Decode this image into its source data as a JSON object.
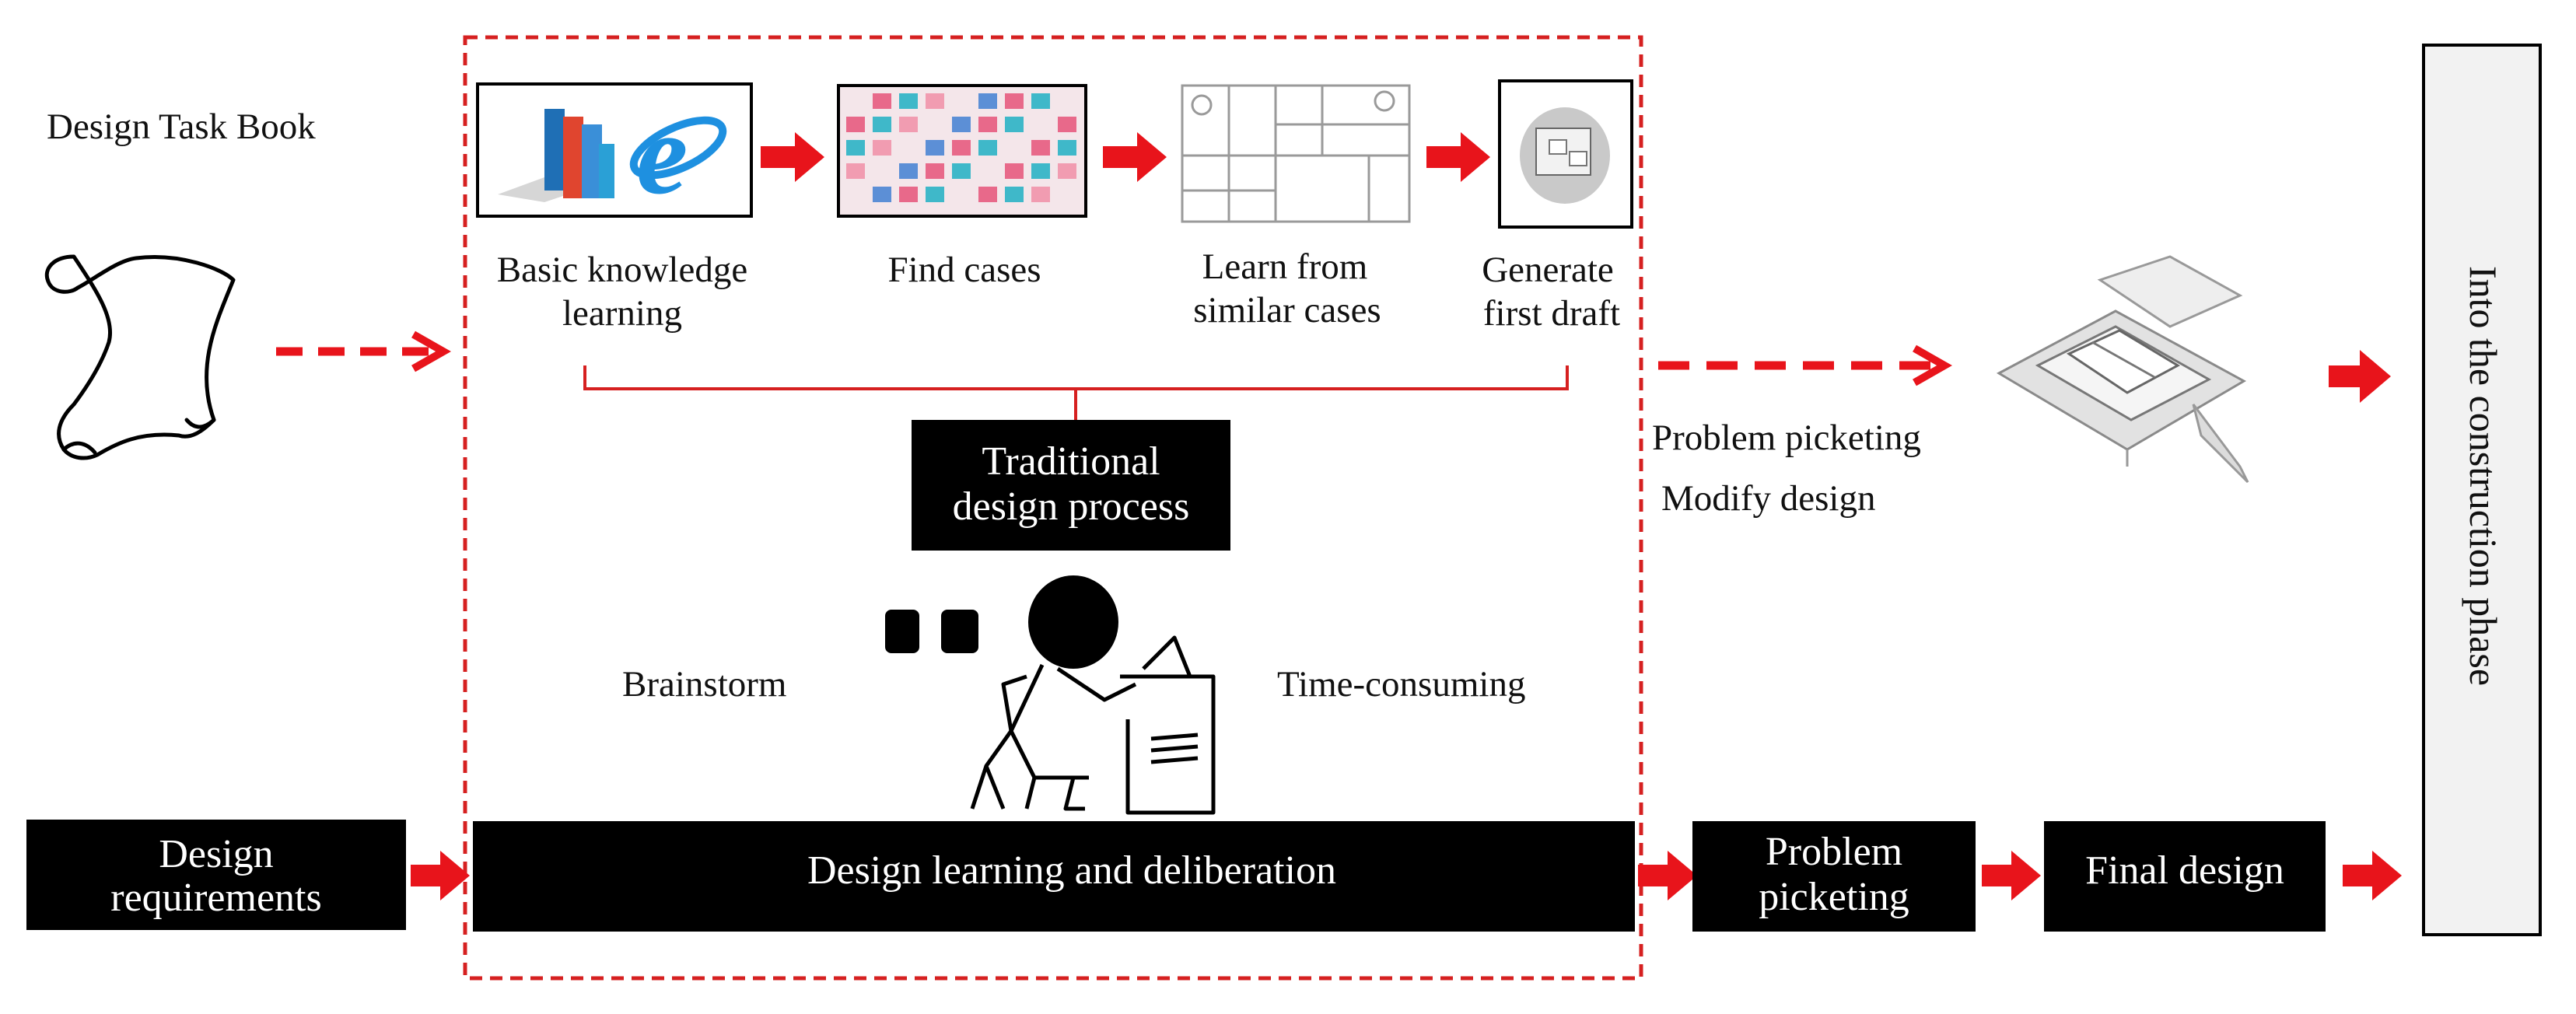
{
  "colors": {
    "arrow": "#e8141b",
    "box_fill": "#000000",
    "box_text": "#ffffff",
    "dashed_border": "#d62020",
    "text": "#111111"
  },
  "task_book": {
    "title": "Design Task Book",
    "icon": "scroll-icon"
  },
  "steps": [
    {
      "line1": "Basic knowledge",
      "line2": "learning",
      "icon": "books-browser-icon"
    },
    {
      "line1": "Find cases",
      "line2": "",
      "icon": "case-plans-icon"
    },
    {
      "line1": "Learn from",
      "line2": "similar cases",
      "icon": "floor-plan-icon"
    },
    {
      "line1": "Generate",
      "line2": "first draft",
      "icon": "draft-model-icon"
    }
  ],
  "traditional": {
    "line1": "Traditional",
    "line2": "design process"
  },
  "brainstorm": "Brainstorm",
  "time_consuming": "Time-consuming",
  "feedback": {
    "line1": "Problem picketing",
    "line2": "Modify design"
  },
  "bottom": {
    "requirements": {
      "line1": "Design",
      "line2": "requirements"
    },
    "learning": "Design learning and deliberation",
    "picketing": {
      "line1": "Problem",
      "line2": "picketing"
    },
    "final": "Final design"
  },
  "construction": "Into the construction phase"
}
